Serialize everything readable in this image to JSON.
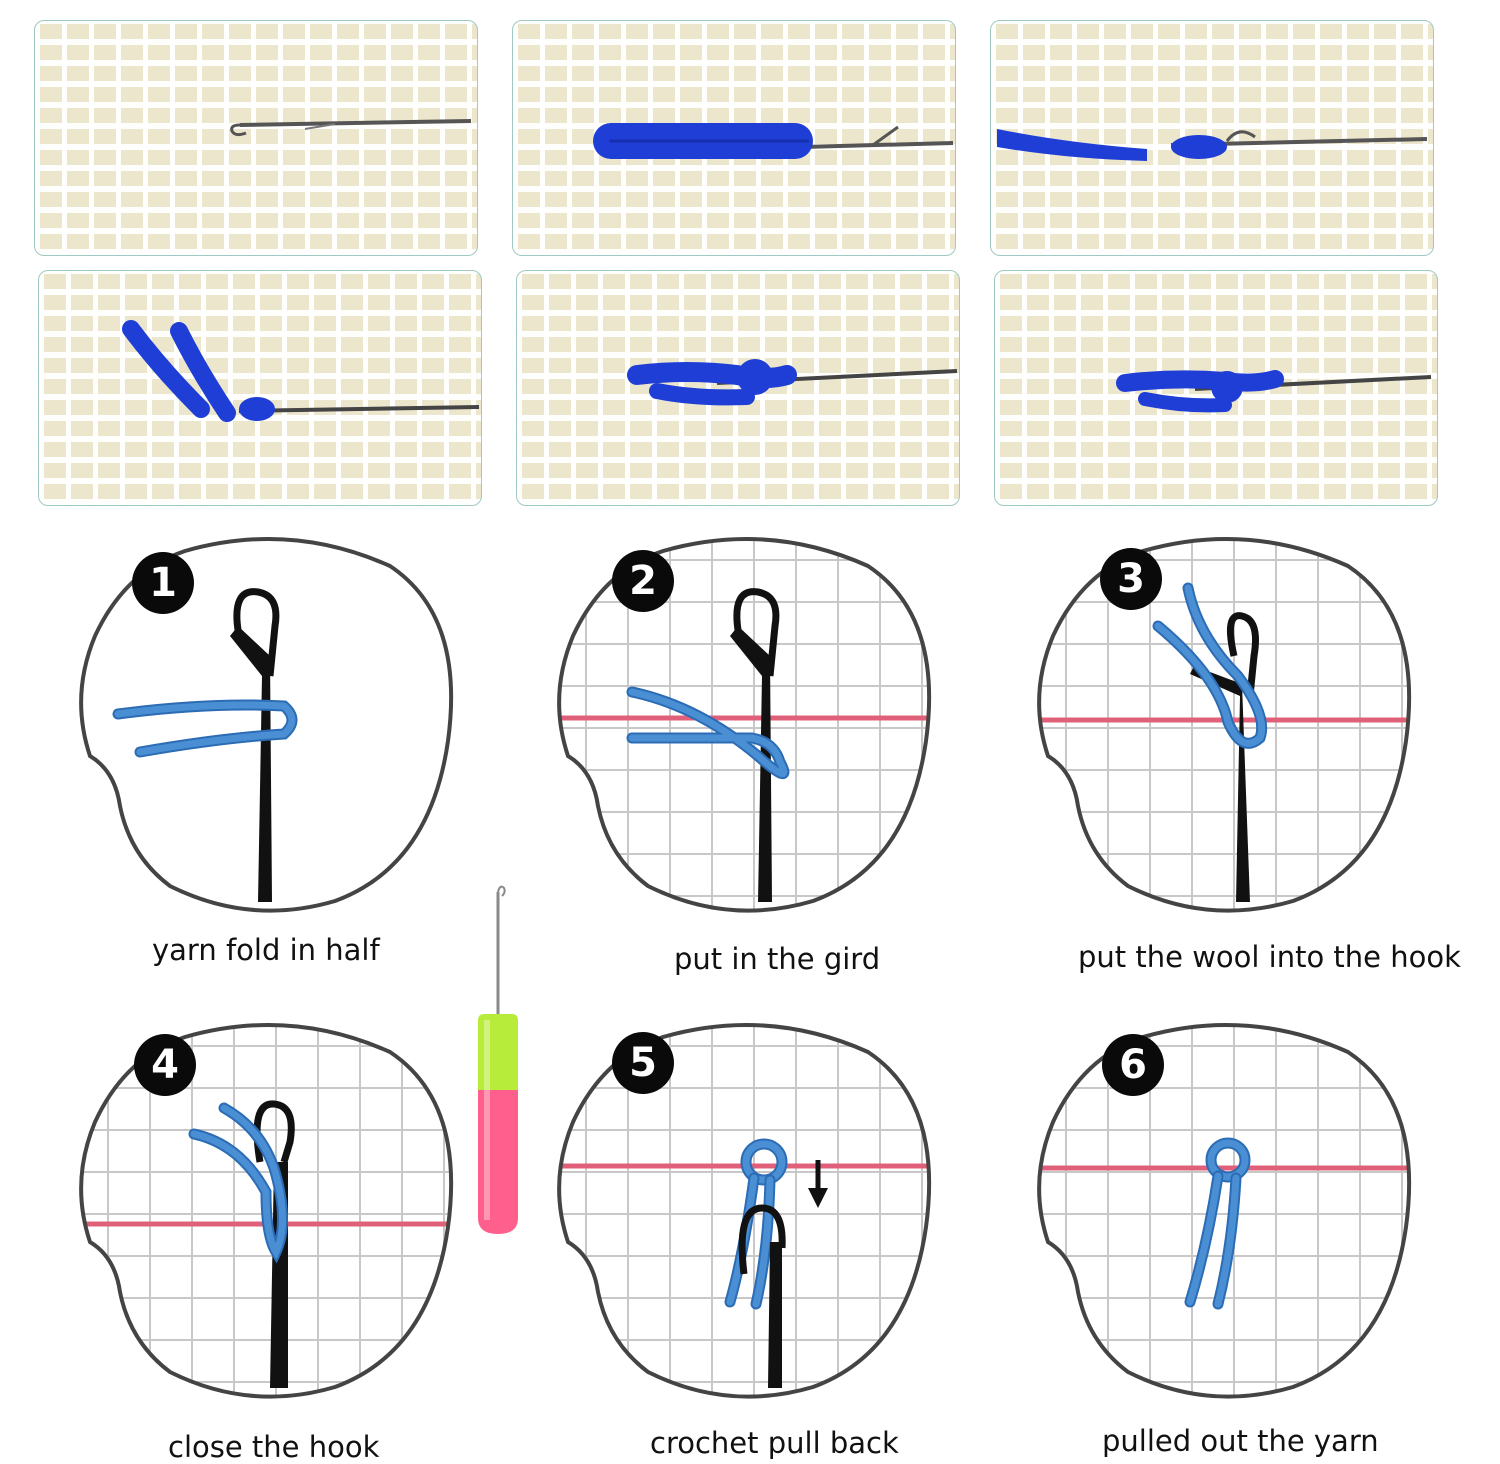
{
  "colors": {
    "yarn_photo": "#1e3ed6",
    "yarn_diagram": "#4a8fd4",
    "canvas_line": "#e0607a",
    "grid": "#c8c8c8",
    "hook": "#111111"
  },
  "photos": [
    {
      "id": 1,
      "icon": "hook-photo-1"
    },
    {
      "id": 2,
      "icon": "hook-photo-2"
    },
    {
      "id": 3,
      "icon": "hook-photo-3"
    },
    {
      "id": 4,
      "icon": "hook-photo-4"
    },
    {
      "id": 5,
      "icon": "hook-photo-5"
    },
    {
      "id": 6,
      "icon": "hook-photo-6"
    }
  ],
  "steps": [
    {
      "number": "1",
      "caption": "yarn fold in half"
    },
    {
      "number": "2",
      "caption": "put in the gird"
    },
    {
      "number": "3",
      "caption": "put the wool into the hook"
    },
    {
      "number": "4",
      "caption": "close the hook"
    },
    {
      "number": "5",
      "caption": "crochet pull back"
    },
    {
      "number": "6",
      "caption": "pulled out the yarn"
    }
  ],
  "tool": {
    "icon": "latch-hook-tool-icon"
  }
}
